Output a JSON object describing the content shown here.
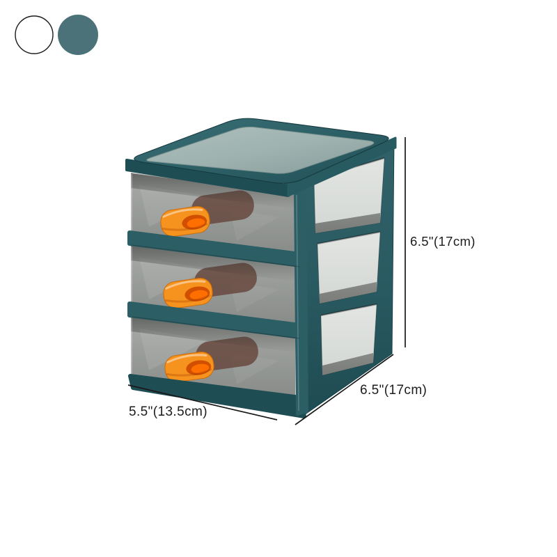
{
  "meta": {
    "description": "Product dimension illustration of a three-drawer plastic desktop storage organizer with transparent drawers and orange pull handles"
  },
  "variant_swatches": {
    "items": [
      {
        "name": "white",
        "fill": "#ffffff",
        "outline": "#1a1a1a"
      },
      {
        "name": "teal",
        "fill": "#4b7278",
        "outline": ""
      }
    ]
  },
  "product": {
    "type": "three-drawer desktop storage organizer",
    "drawer_count": 3,
    "colors": {
      "frame": "#2c5e65",
      "frame_dark": "#1f4d54",
      "frame_side": "#275a61",
      "lid_surface": "#a2b5b2",
      "drawer_plastic": "#a8aba8",
      "interior": "#d3d7d3",
      "interior_shadow": "#6f726f",
      "handle": "#f6921e",
      "handle_opening": "#d14f00",
      "handle_inner": "#ff6f00",
      "handle_behind": "#6e4336"
    }
  },
  "dimensions": {
    "height_label": "6.5\"(17cm)",
    "depth_label": "6.5\"(17cm)",
    "width_label": "5.5\"(13.5cm)",
    "line_color": "#191919"
  }
}
